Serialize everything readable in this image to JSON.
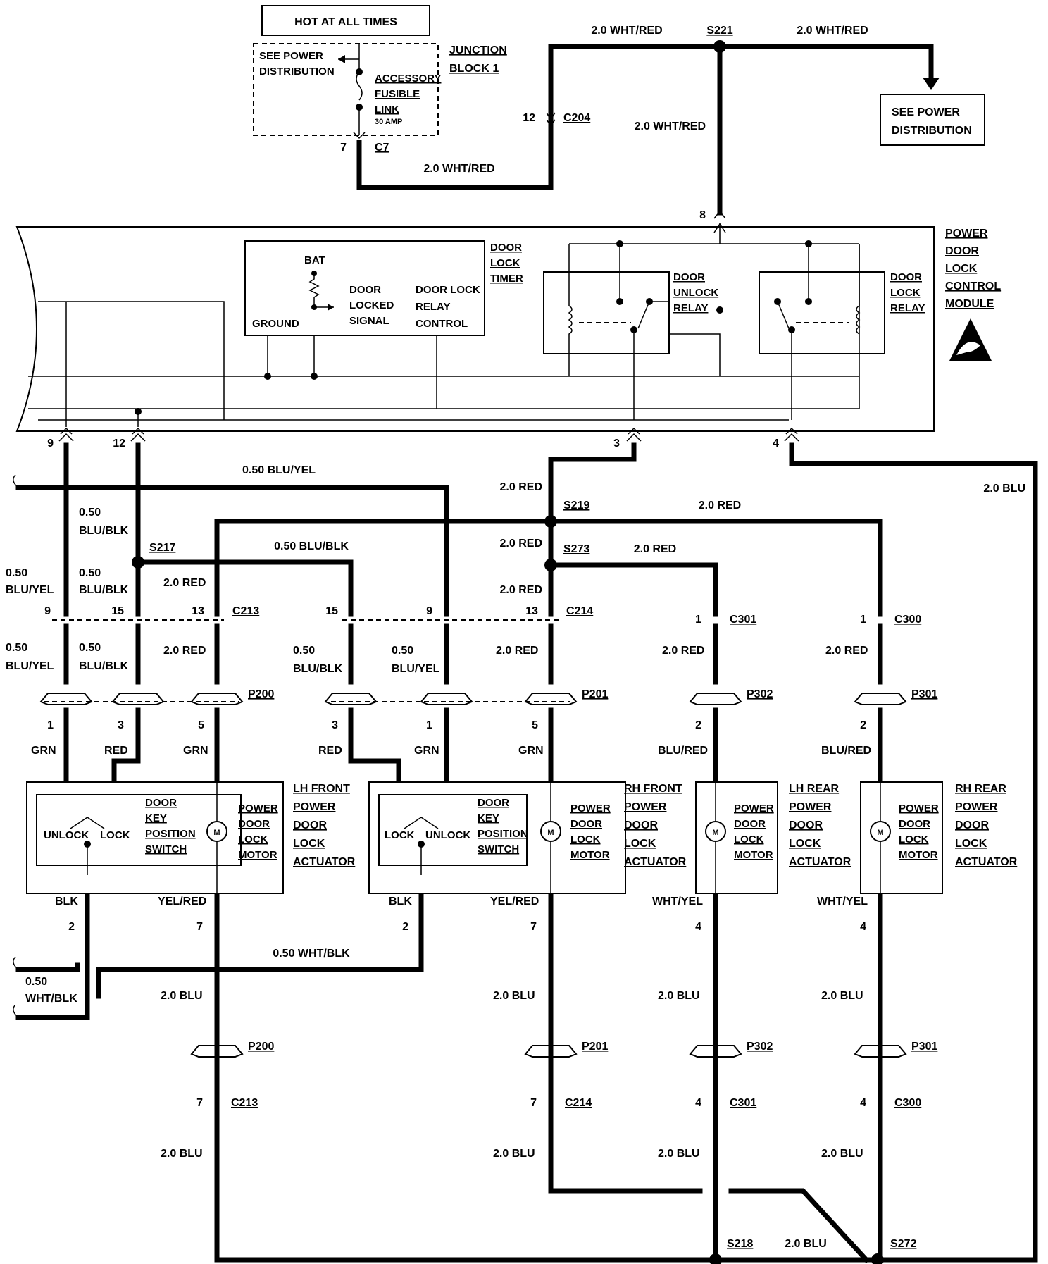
{
  "hot_at_all_times": "HOT AT ALL TIMES",
  "see_power_distribution_1": [
    "SEE POWER",
    "DISTRIBUTION"
  ],
  "see_power_distribution_2": [
    "SEE POWER",
    "DISTRIBUTION"
  ],
  "junction_block": [
    "JUNCTION",
    "BLOCK 1"
  ],
  "accessory_link": [
    "ACCESSORY",
    "FUSIBLE",
    "LINK"
  ],
  "link_rating": "30 AMP",
  "module_title": [
    "POWER",
    "DOOR",
    "LOCK",
    "CONTROL",
    "MODULE"
  ],
  "timer_title": [
    "DOOR",
    "LOCK",
    "TIMER"
  ],
  "timer_labels": {
    "bat": "BAT",
    "ground": "GROUND",
    "locked_signal": [
      "DOOR",
      "LOCKED",
      "SIGNAL"
    ],
    "relay_control": [
      "DOOR LOCK",
      "RELAY",
      "CONTROL"
    ]
  },
  "unlock_relay": [
    "DOOR",
    "UNLOCK",
    "RELAY"
  ],
  "lock_relay": [
    "DOOR",
    "LOCK",
    "RELAY"
  ],
  "splices": {
    "s221": "S221",
    "s219": "S219",
    "s273": "S273",
    "s217": "S217",
    "s218": "S218",
    "s272": "S272"
  },
  "connectors": {
    "c7": "C7",
    "c204": "C204",
    "c213": "C213",
    "c214": "C214",
    "c301": "C301",
    "c300": "C300",
    "p200": "P200",
    "p201": "P201",
    "p302": "P302",
    "p301": "P301"
  },
  "pins": {
    "p7": "7",
    "p12": "12",
    "p8": "8",
    "p9": "9",
    "p3": "3",
    "p4": "4",
    "p15": "15",
    "p13": "13",
    "p1": "1",
    "p2": "2",
    "p5": "5"
  },
  "wires": {
    "wht_red": "2.0 WHT/RED",
    "blu_yel_050": "0.50 BLU/YEL",
    "blu_blk_050": "0.50 BLU/BLK",
    "red_20": "2.0 RED",
    "blu_20": "2.0 BLU",
    "wht_blk_050": "0.50 WHT/BLK",
    "size_050": "0.50",
    "blu_yel": "BLU/YEL",
    "blu_blk": "BLU/BLK",
    "wht_blk": "WHT/BLK",
    "grn": "GRN",
    "red": "RED",
    "blk": "BLK",
    "yel_red": "YEL/RED",
    "blu_red": "BLU/RED",
    "wht_yel": "WHT/YEL"
  },
  "actuators": {
    "lh_front": [
      "LH FRONT",
      "POWER",
      "DOOR",
      "LOCK",
      "ACTUATOR"
    ],
    "rh_front": [
      "RH FRONT",
      "POWER",
      "DOOR",
      "LOCK",
      "ACTUATOR"
    ],
    "lh_rear": [
      "LH REAR",
      "POWER",
      "DOOR",
      "LOCK",
      "ACTUATOR"
    ],
    "rh_rear": [
      "RH REAR",
      "POWER",
      "DOOR",
      "LOCK",
      "ACTUATOR"
    ]
  },
  "key_switch": [
    "DOOR",
    "KEY",
    "POSITION",
    "SWITCH"
  ],
  "switch_unlock": "UNLOCK",
  "switch_lock": "LOCK",
  "motor": [
    "POWER",
    "DOOR",
    "LOCK",
    "MOTOR"
  ],
  "motor_symbol": "M"
}
